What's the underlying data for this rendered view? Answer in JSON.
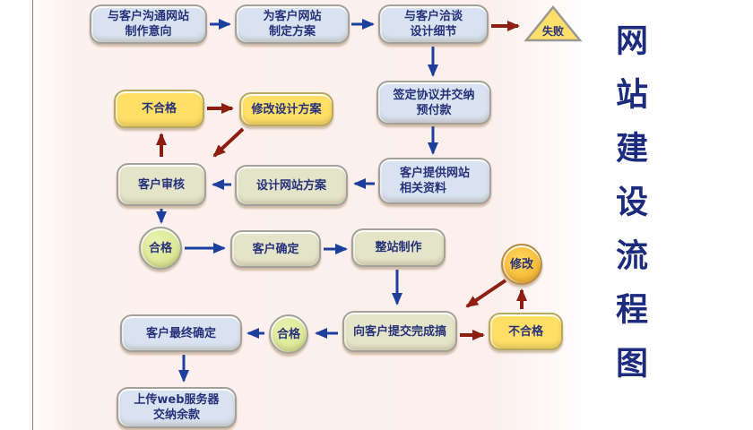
{
  "title": {
    "vertical_text": "网站建设流程图"
  },
  "colors": {
    "background_panel": "#fcefec",
    "blue_node_fill": "#d9e2f0",
    "beige_node_fill": "#e4e4c9",
    "yellow_node_fill": "#ffdf66",
    "green_circle_fill": "#d3e189",
    "orange_circle_fill": "#f2a71f",
    "blue_arrow": "#1c3f9e",
    "red_arrow": "#8c1f12",
    "text_navy": "#27317a",
    "title_navy": "#1c2b7d"
  },
  "flow": {
    "nodes": [
      {
        "id": "communicate-intent",
        "label": "与客户沟通网站\n制作意向",
        "shape": "rounded-rect",
        "fill": "blue"
      },
      {
        "id": "make-plan",
        "label": "为客户网站\n制定方案",
        "shape": "rounded-rect",
        "fill": "blue"
      },
      {
        "id": "discuss-details",
        "label": "与客户洽谈\n设计细节",
        "shape": "rounded-rect",
        "fill": "blue"
      },
      {
        "id": "fail",
        "label": "失败",
        "shape": "triangle",
        "fill": "yellow"
      },
      {
        "id": "sign-agreement",
        "label": "签定协议并交纳\n预付款",
        "shape": "rounded-rect",
        "fill": "blue"
      },
      {
        "id": "client-materials",
        "label": "客户提供网站\n相关资料",
        "shape": "rounded-rect",
        "fill": "blue"
      },
      {
        "id": "design-plan",
        "label": "设计网站方案",
        "shape": "rounded-rect",
        "fill": "beige"
      },
      {
        "id": "client-review",
        "label": "客户审核",
        "shape": "rounded-rect",
        "fill": "beige"
      },
      {
        "id": "unqualified-1",
        "label": "不合格",
        "shape": "rounded-rect",
        "fill": "yellow"
      },
      {
        "id": "modify-plan",
        "label": "修改设计方案",
        "shape": "rounded-rect",
        "fill": "yellow"
      },
      {
        "id": "qualified-1",
        "label": "合格",
        "shape": "circle",
        "fill": "green"
      },
      {
        "id": "client-confirm",
        "label": "客户确定",
        "shape": "rounded-rect",
        "fill": "beige"
      },
      {
        "id": "site-production",
        "label": "整站制作",
        "shape": "rounded-rect",
        "fill": "beige"
      },
      {
        "id": "modify",
        "label": "修改",
        "shape": "circle",
        "fill": "orange"
      },
      {
        "id": "submit-final",
        "label": "向客户提交完成搞",
        "shape": "rounded-rect",
        "fill": "beige"
      },
      {
        "id": "unqualified-2",
        "label": "不合格",
        "shape": "rounded-rect",
        "fill": "yellow"
      },
      {
        "id": "qualified-2",
        "label": "合格",
        "shape": "circle",
        "fill": "green"
      },
      {
        "id": "final-confirm",
        "label": "客户最终确定",
        "shape": "rounded-rect",
        "fill": "blue"
      },
      {
        "id": "upload-server",
        "label": "上传web服务器\n交纳余款",
        "shape": "rounded-rect",
        "fill": "blue"
      }
    ],
    "edges": [
      {
        "from": "communicate-intent",
        "to": "make-plan",
        "color": "blue"
      },
      {
        "from": "make-plan",
        "to": "discuss-details",
        "color": "blue"
      },
      {
        "from": "discuss-details",
        "to": "fail",
        "color": "red"
      },
      {
        "from": "discuss-details",
        "to": "sign-agreement",
        "color": "blue"
      },
      {
        "from": "sign-agreement",
        "to": "client-materials",
        "color": "blue"
      },
      {
        "from": "client-materials",
        "to": "design-plan",
        "color": "blue"
      },
      {
        "from": "design-plan",
        "to": "client-review",
        "color": "blue"
      },
      {
        "from": "client-review",
        "to": "unqualified-1",
        "color": "red"
      },
      {
        "from": "unqualified-1",
        "to": "modify-plan",
        "color": "red"
      },
      {
        "from": "modify-plan",
        "to": "client-review",
        "color": "red"
      },
      {
        "from": "client-review",
        "to": "qualified-1",
        "color": "blue"
      },
      {
        "from": "qualified-1",
        "to": "client-confirm",
        "color": "blue"
      },
      {
        "from": "client-confirm",
        "to": "site-production",
        "color": "blue"
      },
      {
        "from": "site-production",
        "to": "submit-final",
        "color": "blue"
      },
      {
        "from": "submit-final",
        "to": "unqualified-2",
        "color": "red"
      },
      {
        "from": "unqualified-2",
        "to": "modify",
        "color": "red"
      },
      {
        "from": "modify",
        "to": "submit-final",
        "color": "red"
      },
      {
        "from": "submit-final",
        "to": "qualified-2",
        "color": "blue"
      },
      {
        "from": "qualified-2",
        "to": "final-confirm",
        "color": "blue"
      },
      {
        "from": "final-confirm",
        "to": "upload-server",
        "color": "blue"
      }
    ]
  }
}
